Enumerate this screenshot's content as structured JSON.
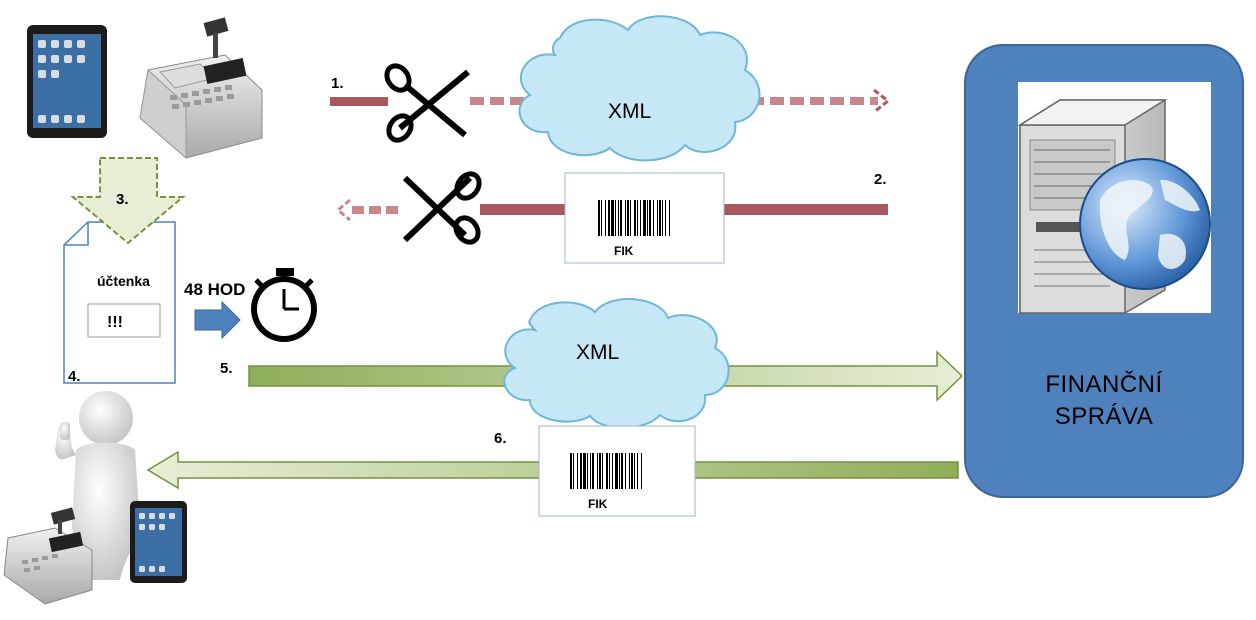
{
  "steps": {
    "step1": "1.",
    "step2": "2.",
    "step3": "3.",
    "step4": "4.",
    "step5": "5.",
    "step6": "6."
  },
  "messages": {
    "xml_top": "XML",
    "xml_bottom": "XML",
    "fik_top": "FIK",
    "fik_bottom": "FIK"
  },
  "receipt": {
    "title": "účtenka",
    "warning": "!!!"
  },
  "timer": {
    "label": "48 HOD"
  },
  "authority": {
    "line1": "FINANČNÍ",
    "line2": "SPRÁVA"
  },
  "colors": {
    "failed_arrow": "#a9585f",
    "success_arrow": "#93b060",
    "authority_panel": "#4f81bd",
    "cloud": "#c6e7f5",
    "step_text": "#2a4a78"
  },
  "icons": {
    "tablet": "tablet-icon",
    "cash_register": "cash-register-icon",
    "scissors": "scissors-icon",
    "cloud": "cloud-icon",
    "barcode": "barcode-icon",
    "stopwatch": "stopwatch-icon",
    "server": "server-icon",
    "globe": "globe-icon",
    "person": "person-thumbs-up-icon"
  }
}
